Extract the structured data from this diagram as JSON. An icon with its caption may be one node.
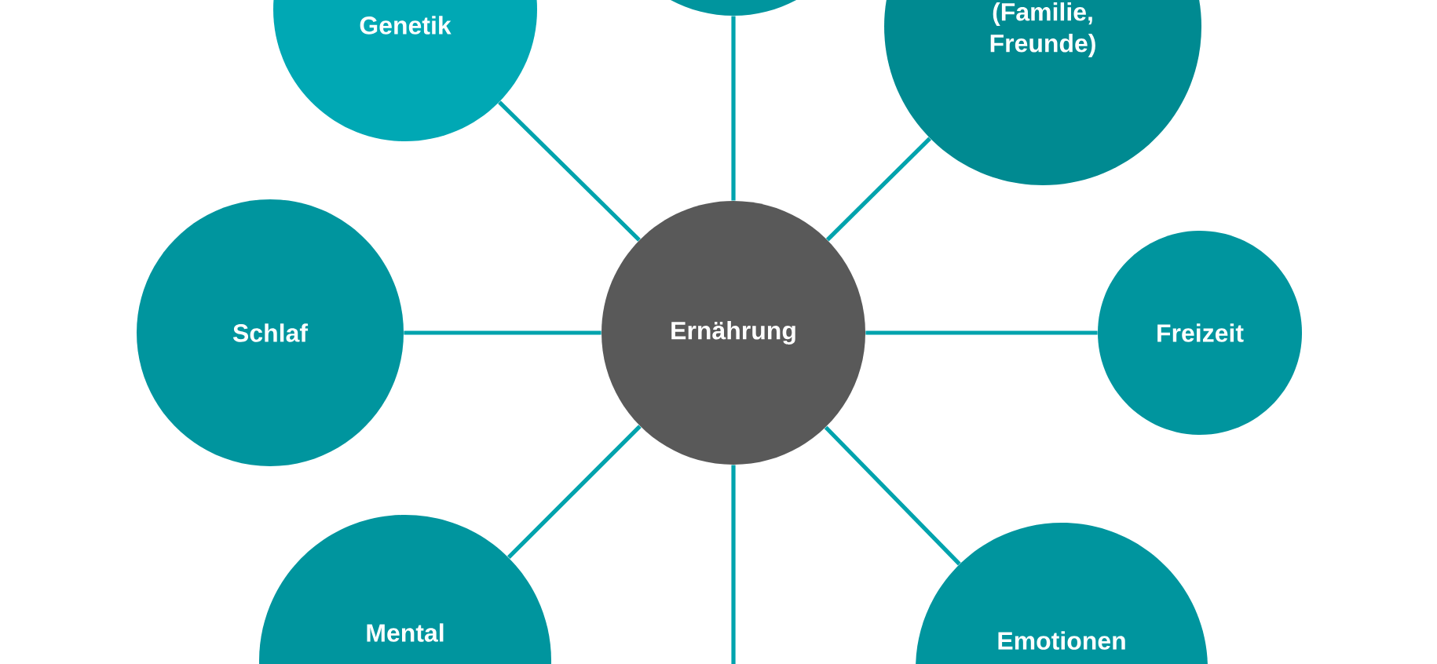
{
  "diagram": {
    "nodes": [
      {
        "text": [
          "Genetik"
        ]
      },
      {
        "text": [],
        "shape": "circle"
      },
      {
        "text": [
          "(Familie, Freunde)"
        ]
      },
      {
        "text": [
          "Schlaf"
        ]
      },
      {
        "text": [
          "Ernährung"
        ]
      },
      {
        "text": [
          "Freizeit"
        ]
      },
      {
        "text": [
          "Mental"
        ]
      },
      {
        "text": [
          "Emotionen"
        ]
      }
    ],
    "edges": [
      {
        "from": 4,
        "to": 0,
        "arrow": "none"
      },
      {
        "from": 4,
        "to": 1,
        "arrow": "none"
      },
      {
        "from": 4,
        "to": 2,
        "arrow": "none"
      },
      {
        "from": 4,
        "to": 3,
        "arrow": "none"
      },
      {
        "from": 4,
        "to": 5,
        "arrow": "none"
      },
      {
        "from": 4,
        "to": 6,
        "arrow": "none"
      },
      {
        "from": 4,
        "to": null,
        "arrow": "none"
      },
      {
        "from": 4,
        "to": 7,
        "arrow": "none"
      }
    ]
  }
}
